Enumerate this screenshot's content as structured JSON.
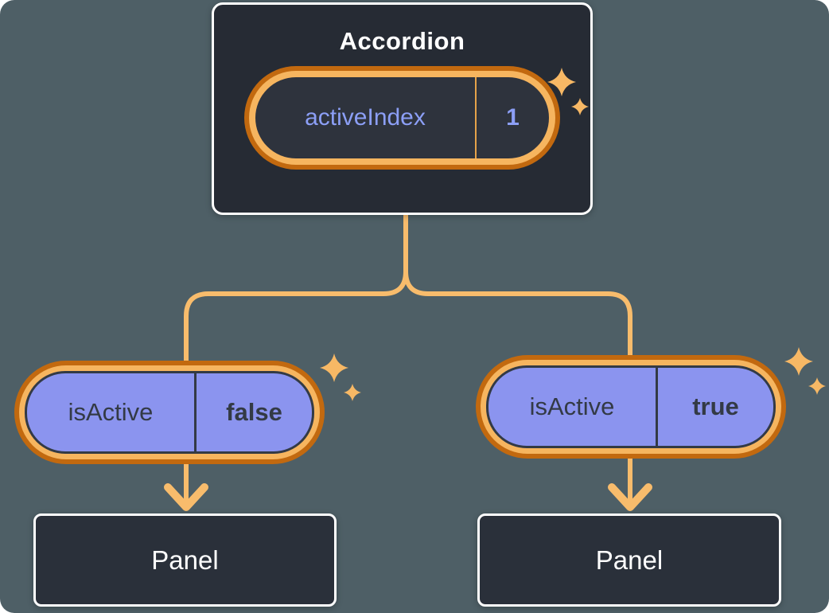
{
  "diagram": {
    "root": {
      "title": "Accordion",
      "state": {
        "name": "activeIndex",
        "value": "1"
      }
    },
    "children": [
      {
        "prop": {
          "name": "isActive",
          "value": "false"
        },
        "panel": {
          "label": "Panel"
        }
      },
      {
        "prop": {
          "name": "isActive",
          "value": "true"
        },
        "panel": {
          "label": "Panel"
        }
      }
    ]
  },
  "icons": {
    "sparkle": "sparkle-icon",
    "arrow": "arrow-down-icon"
  },
  "colors": {
    "background": "#4E5F66",
    "node_dark": "#262B34",
    "panel_dark": "#2A303A",
    "node_border": "#FFFFFF",
    "pill_ring_outer": "#C2690F",
    "pill_ring_inner": "#F6B55F",
    "pill_purple": "#8B94EF",
    "pill_text_dark": "#333A45",
    "state_text_purple": "#8C9FF6",
    "state_pill_bg": "#2E333D",
    "connector": "#F8BC6C",
    "sparkle": "#F7B865",
    "divider_amber": "#E5A249"
  }
}
